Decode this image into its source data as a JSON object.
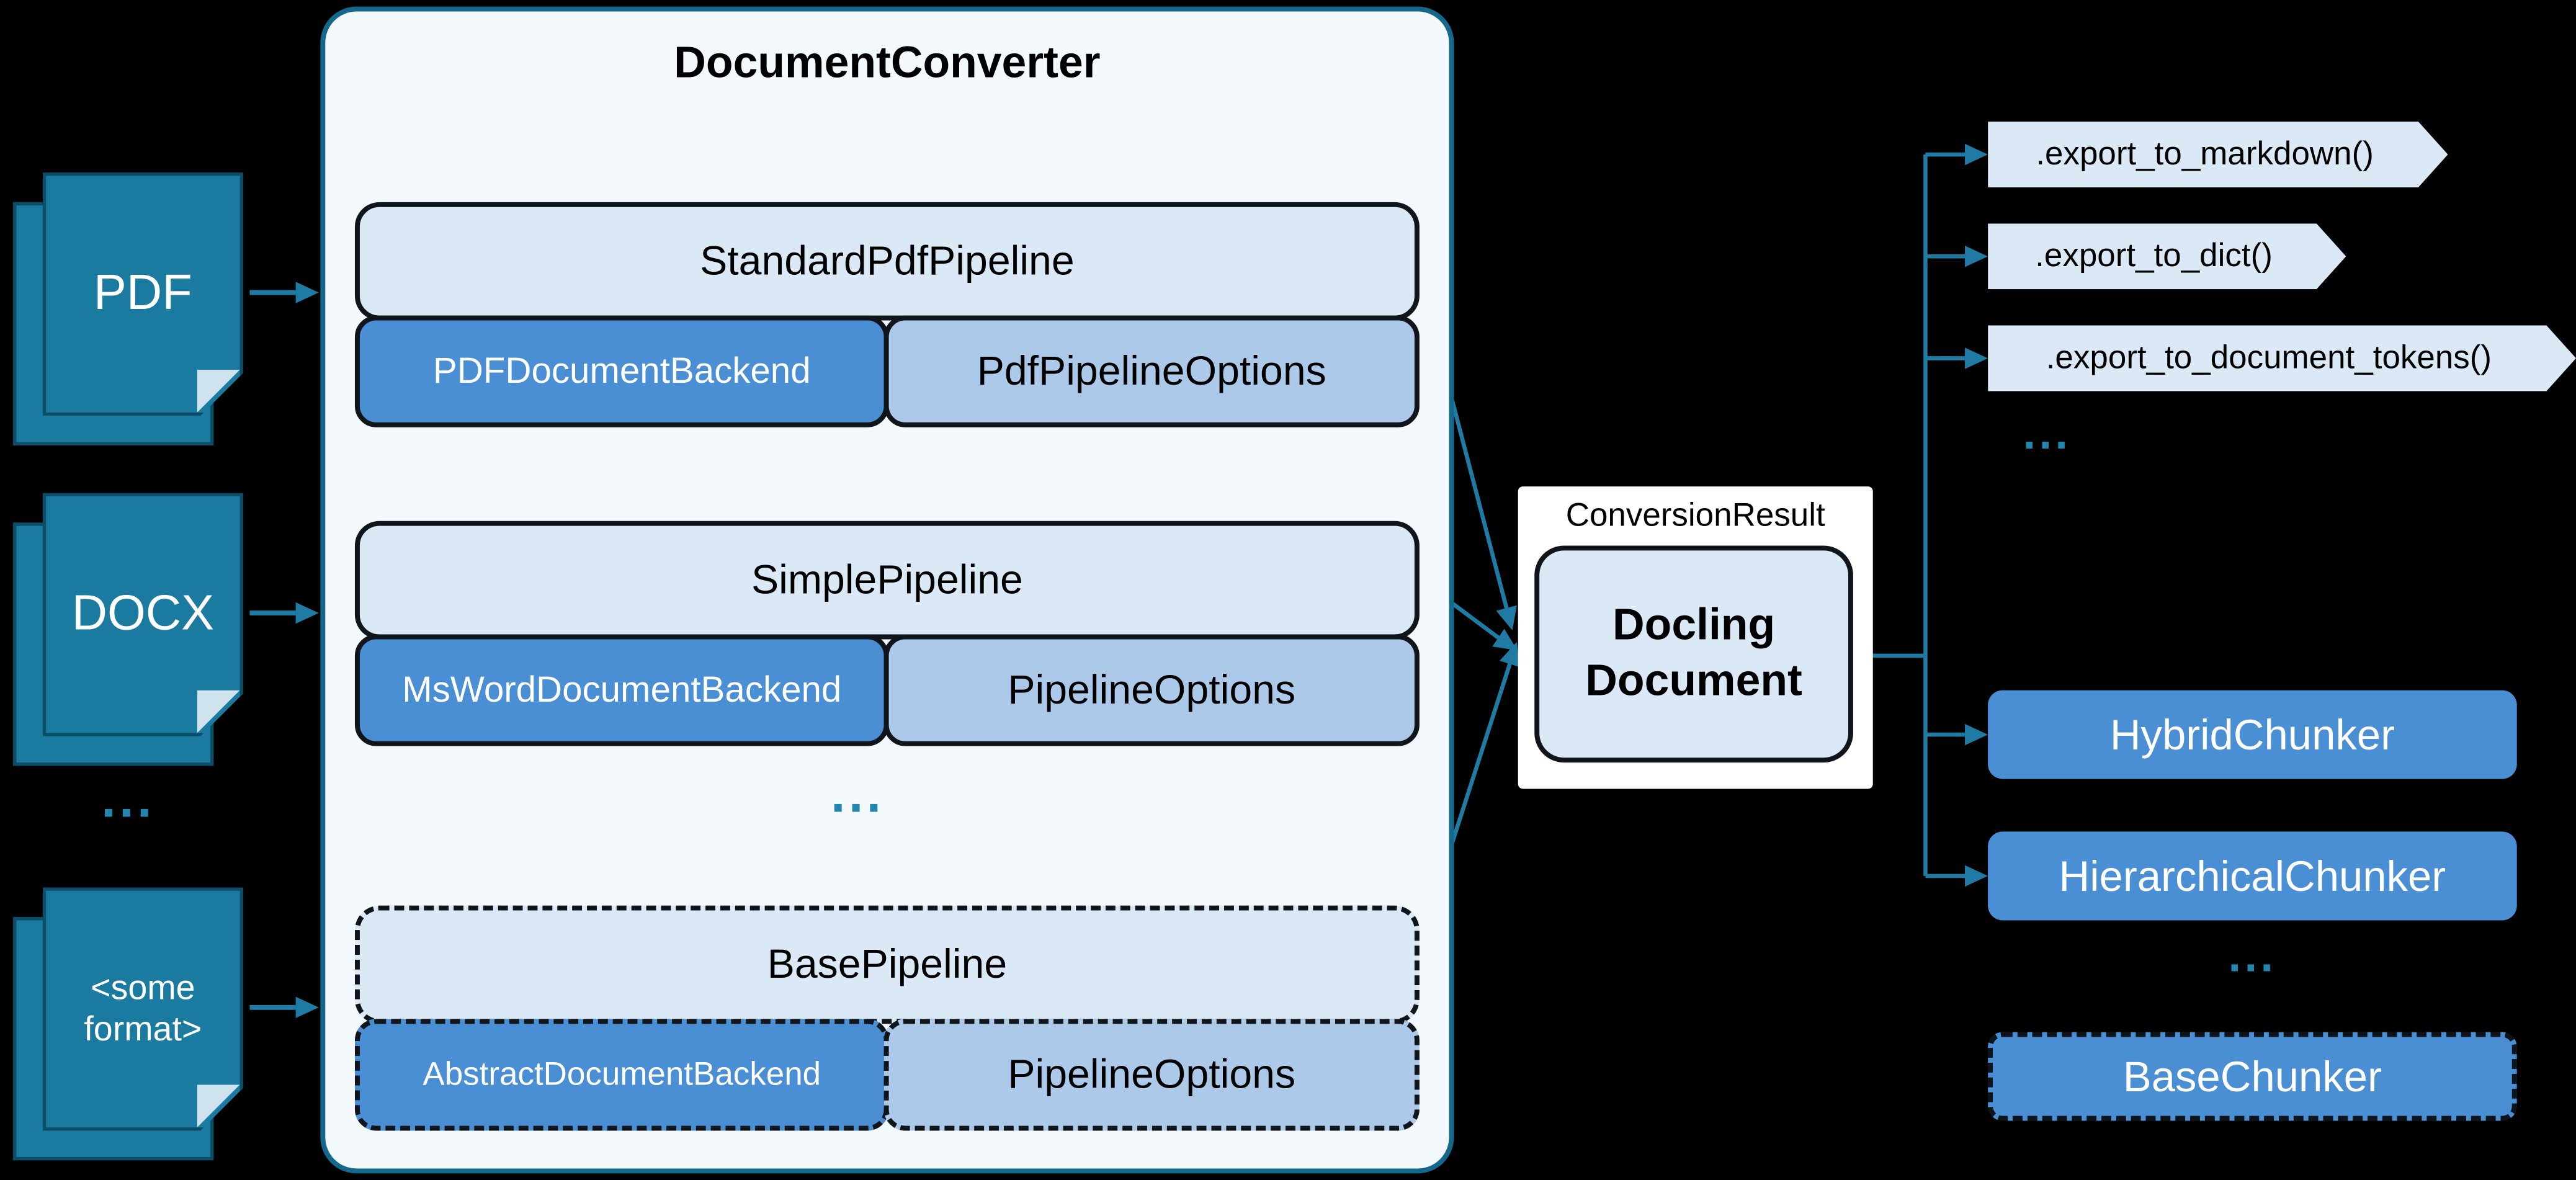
{
  "background_color": "#000000",
  "colors": {
    "teal_accent": "#1f7ba3",
    "document_fill": "#1b7aa0",
    "medium_blue": "#4a8fd4",
    "light_blue": "#adc9ea",
    "pale_blue": "#dbe8f5",
    "converter_fill": "#f3f9fd",
    "outline": "#10151b"
  },
  "inputs": {
    "items": [
      {
        "label": "PDF"
      },
      {
        "label": "DOCX"
      },
      {
        "label": "<some format>"
      }
    ],
    "ellipsis": "..."
  },
  "converter": {
    "title": "DocumentConverter",
    "pipelines": [
      {
        "name": "StandardPdfPipeline",
        "backend": "PDFDocumentBackend",
        "options": "PdfPipelineOptions"
      },
      {
        "name": "SimplePipeline",
        "backend": "MsWordDocumentBackend",
        "options": "PipelineOptions"
      },
      {
        "name": "BasePipeline",
        "backend": "AbstractDocumentBackend",
        "options": "PipelineOptions"
      }
    ],
    "ellipsis": "..."
  },
  "result": {
    "label": "ConversionResult",
    "document": "Docling Document"
  },
  "outputs": {
    "exports": [
      {
        "label": ".export_to_markdown()"
      },
      {
        "label": ".export_to_dict()"
      },
      {
        "label": ".export_to_document_tokens()"
      }
    ],
    "exports_ellipsis": "...",
    "chunkers": [
      {
        "label": "HybridChunker"
      },
      {
        "label": "HierarchicalChunker"
      },
      {
        "label": "BaseChunker"
      }
    ],
    "chunkers_ellipsis": "..."
  }
}
